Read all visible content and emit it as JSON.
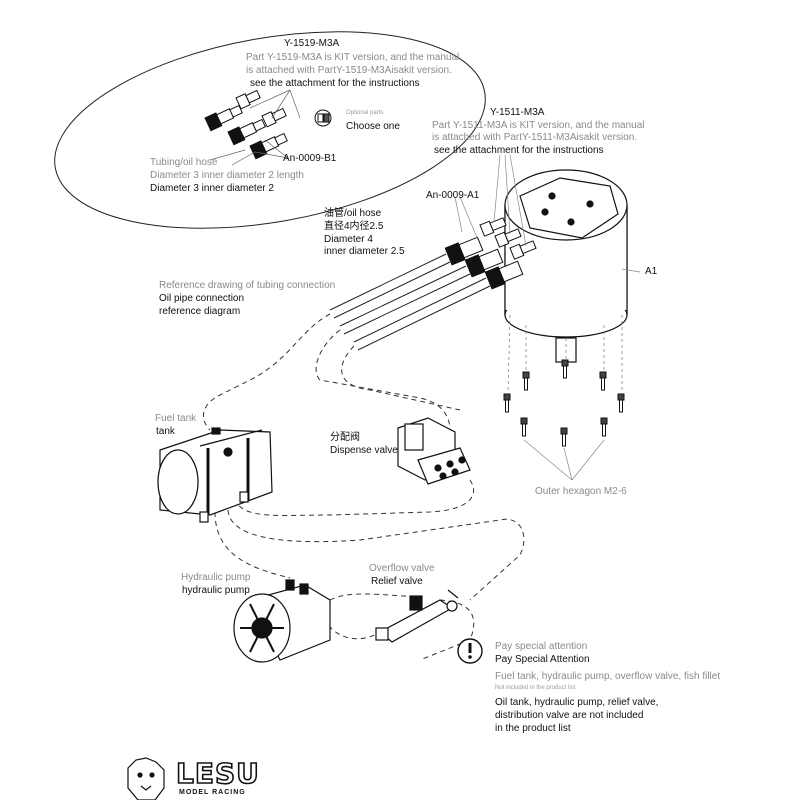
{
  "colors": {
    "ink": "#111111",
    "muted": "#8a8a8a",
    "line": "#222222"
  },
  "kit_note_b1": {
    "code": "Y-1519-M3A",
    "note_line1": "Part Y-1519-M3A is KIT version, and the manual",
    "note_line2": "is attached with PartY-1519-M3Aisakit version.",
    "note_line3": "see the attachment for the instructions"
  },
  "optional": {
    "gray": "Optional parts",
    "label": "Choose one"
  },
  "fitting_b1": "An-0009-B1",
  "hose_small": {
    "gray": "Tubing/oil hose",
    "line1": "Diameter 3 inner diameter 2 length",
    "line2": "Diameter 3 inner diameter 2"
  },
  "kit_note_a1": {
    "code": "Y-1511-M3A",
    "note_line1": "Part Y-1511-M3A is KIT version, and the manual",
    "note_line2": "is attached with PartY-1511-M3Aisakit version.",
    "note_line3": "see the attachment for the instructions"
  },
  "fitting_a1": "An-0009-A1",
  "cylinder_label": "A1",
  "hose_large": {
    "cn": "油管/oil hose",
    "cn2": "直径4内径2.5",
    "line1": "Diameter 4",
    "line2": "inner diameter 2.5"
  },
  "reference": {
    "gray": "Reference drawing of tubing connection",
    "line1": "Oil pipe connection",
    "line2": "reference diagram"
  },
  "fuel_tank": {
    "gray": "Fuel tank",
    "label": "tank"
  },
  "dispense_valve": {
    "cn": "分配阀",
    "label": "Dispense valve"
  },
  "outer_hex": "Outer hexagon M2-6",
  "pump": {
    "gray": "Hydraulic pump",
    "label": "hydraulic pump"
  },
  "relief": {
    "gray": "Overflow valve",
    "label": "Relief valve"
  },
  "attention": {
    "gray": "Pay special attention",
    "label": "Pay Special Attention",
    "gray_list": "Fuel tank, hydraulic pump, overflow valve, fish fillet",
    "tiny": "Not included in the product list",
    "line1": "Oil tank, hydraulic pump, relief valve,",
    "line2": "distribution valve are not included",
    "line3": "in the product list"
  },
  "logo": {
    "brand": "LESU",
    "sub": "MODEL RACING"
  }
}
